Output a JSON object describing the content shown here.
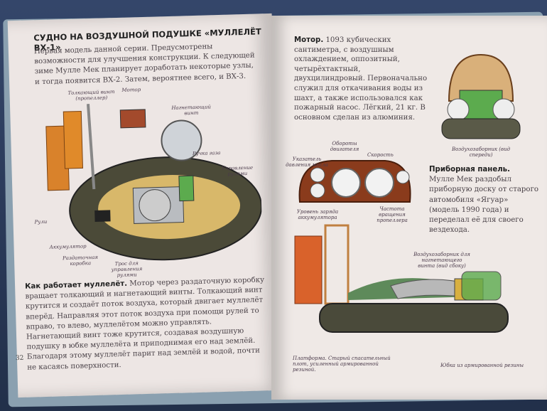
{
  "left_page": {
    "title": "СУДНО НА ВОЗДУШНОЙ ПОДУШКЕ «МУЛЛЕЛЁТ ВХ-1»",
    "intro": "Первая модель данной серии. Предусмотрены возможности для улучшения конструкции. К следующей зиме Мулле Мек планирует доработать некоторые узлы, и тогда появится ВХ-2. Затем, вероятнее всего, и ВХ-3.",
    "labels": {
      "pusher": "Толкающий винт (пропеллер)",
      "motor": "Мотор",
      "lift_fan": "Нагнетающий винт",
      "throttle": "Ручка газа",
      "steering": "Управление рулями",
      "rudders": "Рули",
      "battery": "Аккумулятор",
      "gearbox": "Раздаточная коробка",
      "cable": "Трос для управления рулями"
    },
    "how_heading": "Как работает муллелёт.",
    "how_text": "Мотор через раздаточную коробку вращает толкающий и нагнетающий винты. Толкающий винт крутится и создаёт поток воздуха, который двигает муллелёт вперёд. Направляя этот поток воздуха при помощи рулей то вправо, то влево, муллелётом можно управлять. Нагнетающий винт тоже крутится, создавая воздушную подушку в юбке муллелёта и приподнимая его над землёй. Благодаря этому муллелёт парит над землёй и водой, почти не касаясь поверхности.",
    "page_number": "32"
  },
  "right_page": {
    "motor_heading": "Мотор.",
    "motor_text": "1093 кубических сантиметра, с воздушным охлаждением, оппозитный, четырёхтактный, двухцилиндровый. Первоначально служил для откачивания воды из шахт, а также использовался как пожарный насос. Лёгкий, 21 кг. В основном сделан из алюминия.",
    "front_intake": "Воздухозаборник (вид спереди)",
    "gauges": {
      "rpm": "Обороты двигателя",
      "oil": "Указатель давления масла",
      "speed": "Скорость",
      "battery": "Уровень заряда аккумулятора",
      "prop_rpm": "Частота вращения пропеллера"
    },
    "panel_heading": "Приборная панель.",
    "panel_text": "Мулле Мек раздобыл приборную доску от старого автомобиля «Ягуар» (модель 1990 года) и переделал её для своего вездехода.",
    "side_intake": "Воздухозаборник для нагнетающего винта (вид сбоку)",
    "platform": "Платформа. Старый спасательный плот, усиленный армированной резиной.",
    "skirt": "Юбка из армированной резины"
  }
}
